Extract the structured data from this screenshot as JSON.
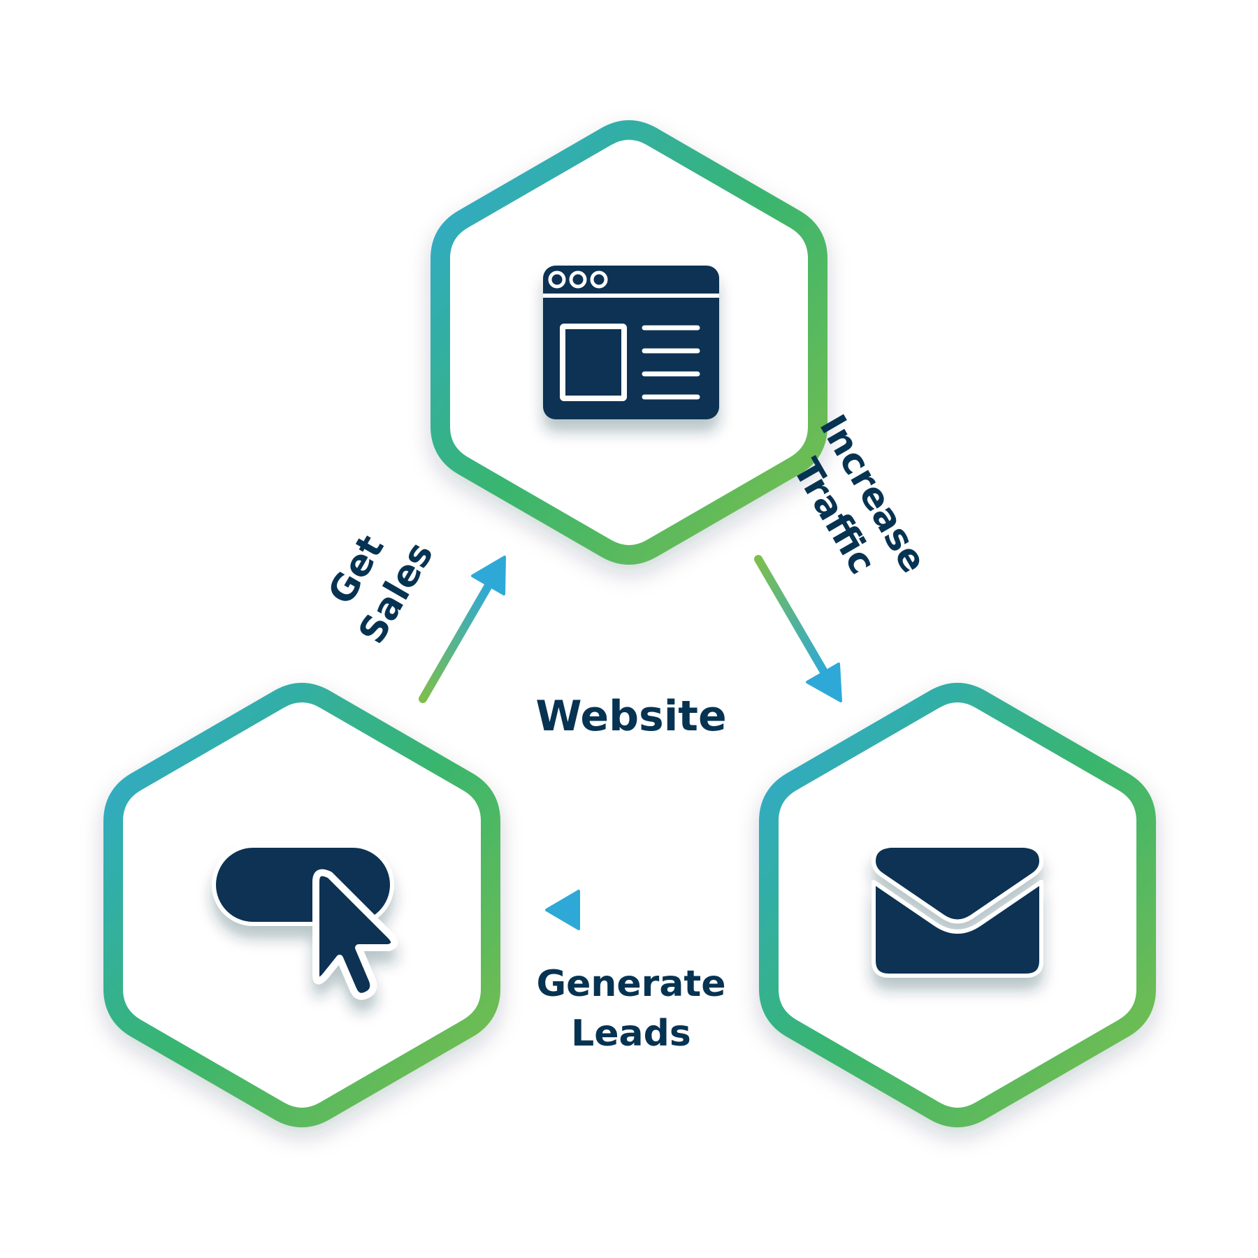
{
  "diagram": {
    "center_label": "Website",
    "edges": [
      {
        "id": "increase-traffic",
        "label_lines": [
          "Increase",
          "Traffic"
        ]
      },
      {
        "id": "generate-leads",
        "label_lines": [
          "Generate",
          "Leads"
        ]
      },
      {
        "id": "get-sales",
        "label_lines": [
          "Get",
          "Sales"
        ]
      }
    ],
    "nodes": [
      {
        "id": "website",
        "icon": "browser-window-icon"
      },
      {
        "id": "email",
        "icon": "envelope-icon"
      },
      {
        "id": "click",
        "icon": "cursor-click-button-icon"
      }
    ]
  },
  "colors": {
    "navy": "#073352",
    "blue": "#2ea9d7",
    "green": "#38b56f",
    "lime": "#7dbe4c",
    "white": "#ffffff"
  }
}
